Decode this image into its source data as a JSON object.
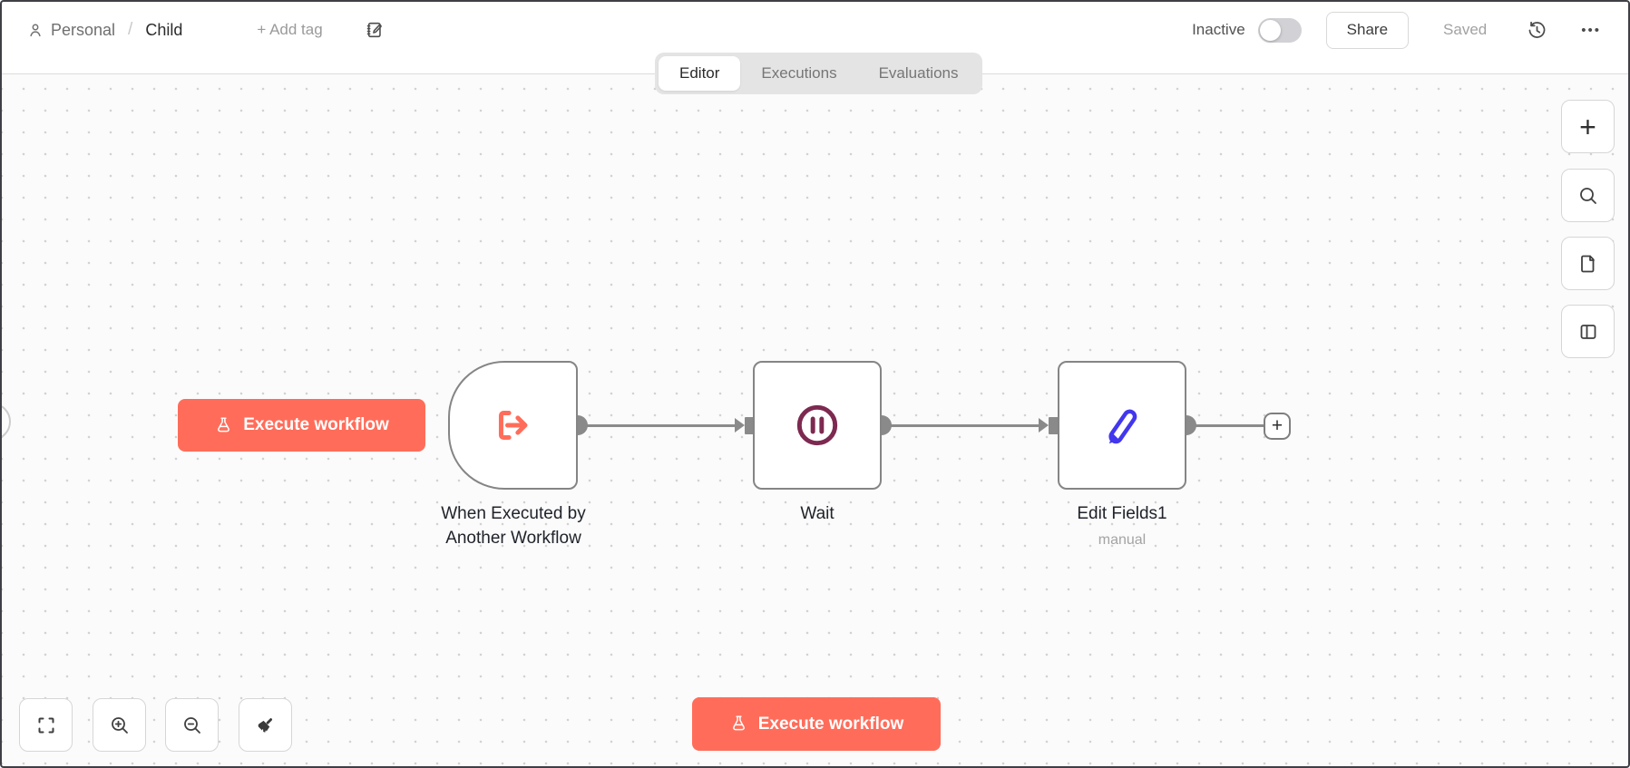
{
  "header": {
    "breadcrumb": {
      "project": "Personal",
      "separator": "/",
      "workflow_name": "Child"
    },
    "add_tag_label": "+ Add tag",
    "status_toggle": {
      "label": "Inactive",
      "state": "off"
    },
    "share_label": "Share",
    "saved_label": "Saved"
  },
  "tabs": [
    {
      "label": "Editor",
      "active": true
    },
    {
      "label": "Executions",
      "active": false
    },
    {
      "label": "Evaluations",
      "active": false
    }
  ],
  "canvas": {
    "execute_button_label": "Execute workflow",
    "nodes": [
      {
        "id": "trigger",
        "label_line1": "When Executed by",
        "label_line2": "Another Workflow",
        "icon": "workflow-exit-arrow-icon"
      },
      {
        "id": "wait",
        "label": "Wait",
        "icon": "pause-circle-icon"
      },
      {
        "id": "edit-fields",
        "label": "Edit Fields1",
        "subtitle": "manual",
        "icon": "pen-icon"
      }
    ]
  },
  "icons": {
    "ellipsis": "•••",
    "plus": "+",
    "sidebar_right": [
      "add-node-icon",
      "search-icon",
      "sticky-note-icon",
      "panel-toggle-icon"
    ],
    "bottom_controls": [
      "fit-view-icon",
      "zoom-in-icon",
      "zoom-out-icon",
      "tidy-up-icon"
    ],
    "header": [
      "user-icon",
      "note-edit-icon",
      "history-icon",
      "ellipsis-icon"
    ],
    "execute_button_icon": "flask-icon"
  },
  "colors": {
    "accent": "#ff6d5a",
    "wait_icon": "#7d2950",
    "pen_icon": "#4237ee",
    "node_border": "#858585",
    "connector": "#8b8b8b",
    "canvas_bg": "#fbfbfb",
    "tab_bar_bg": "#e4e4e5"
  }
}
